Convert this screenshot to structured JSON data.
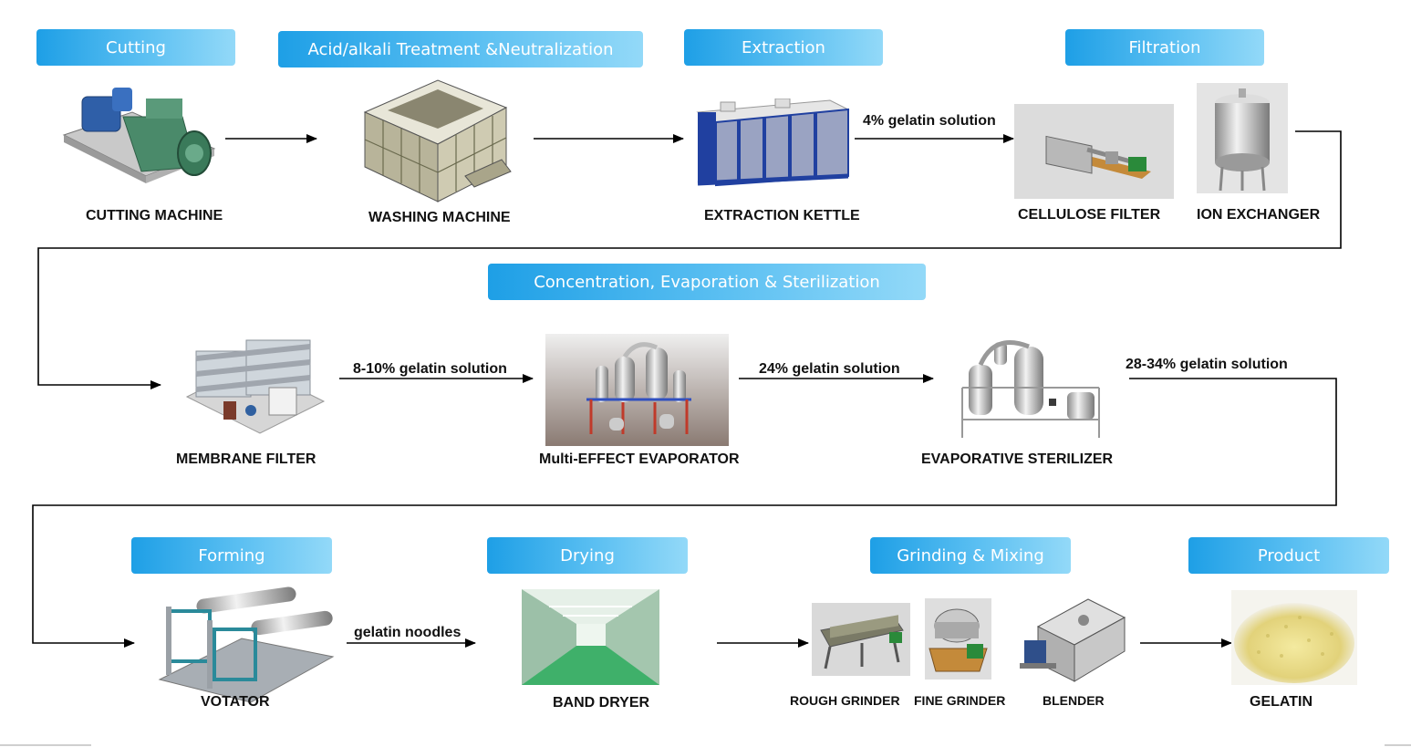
{
  "stages": {
    "cutting": "Cutting",
    "acid": "Acid/alkali Treatment &Neutralization",
    "extraction": "Extraction",
    "filtration": "Filtration",
    "concentration": "Concentration, Evaporation & Sterilization",
    "forming": "Forming",
    "drying": "Drying",
    "grinding": "Grinding & Mixing",
    "product": "Product"
  },
  "machines": {
    "cutting_machine": "CUTTING MACHINE",
    "washing_machine": "WASHING MACHINE",
    "extraction_kettle": "EXTRACTION KETTLE",
    "cellulose_filter": "CELLULOSE FILTER",
    "ion_exchanger": "ION EXCHANGER",
    "membrane_filter": "MEMBRANE FILTER",
    "multi_effect_evaporator": "Multi-EFFECT EVAPORATOR",
    "evaporative_sterilizer": "EVAPORATIVE STERILIZER",
    "votator": "VOTATOR",
    "band_dryer": "BAND DRYER",
    "rough_grinder": "ROUGH GRINDER",
    "fine_grinder": "FINE GRINDER",
    "blender": "BLENDER",
    "gelatin": "GELATIN"
  },
  "flows": {
    "f4": "4% gelatin solution",
    "f810": "8-10% gelatin solution",
    "f24": "24% gelatin solution",
    "f2834": "28-34% gelatin solution",
    "noodles": "gelatin noodles"
  },
  "colors": {
    "stage_start": "#1e9fe6",
    "stage_end": "#93d9f8",
    "arrow": "#000000"
  }
}
